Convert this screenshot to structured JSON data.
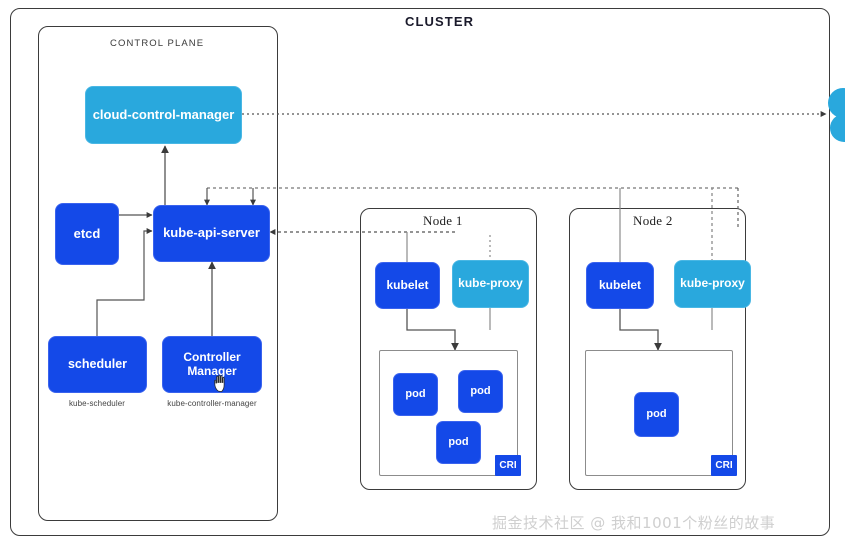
{
  "diagram": {
    "title": "CLUSTER",
    "control_plane": {
      "title": "CONTROL PLANE",
      "components": [
        {
          "id": "cloud-control-manager",
          "label": "cloud-control-manager",
          "color": "#29a8dd",
          "sublabel": ""
        },
        {
          "id": "etcd",
          "label": "etcd",
          "color": "#1449e8",
          "sublabel": ""
        },
        {
          "id": "kube-api-server",
          "label": "kube-api-server",
          "color": "#1449e8",
          "sublabel": ""
        },
        {
          "id": "scheduler",
          "label": "scheduler",
          "color": "#1449e8",
          "sublabel": "kube-scheduler"
        },
        {
          "id": "controller-manager",
          "label": "Controller Manager",
          "color": "#1449e8",
          "sublabel": "kube-controller-manager"
        }
      ]
    },
    "nodes": [
      {
        "id": "node-1",
        "title": "Node 1",
        "kubelet_label": "kubelet",
        "kube_proxy_label": "kube-proxy",
        "runtime_label": "CRI",
        "pods": [
          {
            "label": "pod"
          },
          {
            "label": "pod"
          },
          {
            "label": "pod"
          }
        ]
      },
      {
        "id": "node-2",
        "title": "Node 2",
        "kubelet_label": "kubelet",
        "kube_proxy_label": "kube-proxy",
        "runtime_label": "CRI",
        "pods": [
          {
            "label": "pod"
          }
        ]
      }
    ],
    "external": {
      "cloud_provider_icon": "cloud-icon",
      "cloud_provider_color": "#29a8dd"
    },
    "colors": {
      "royal_blue": "#1449e8",
      "cyan_blue": "#29a8dd",
      "frame_stroke": "#3b3b3b",
      "inner_stroke": "#8c8c8c",
      "connector": "#555555",
      "text_on_box": "#ffffff"
    },
    "watermark": "掘金技术社区 @ 我和1001个粉丝的故事"
  }
}
